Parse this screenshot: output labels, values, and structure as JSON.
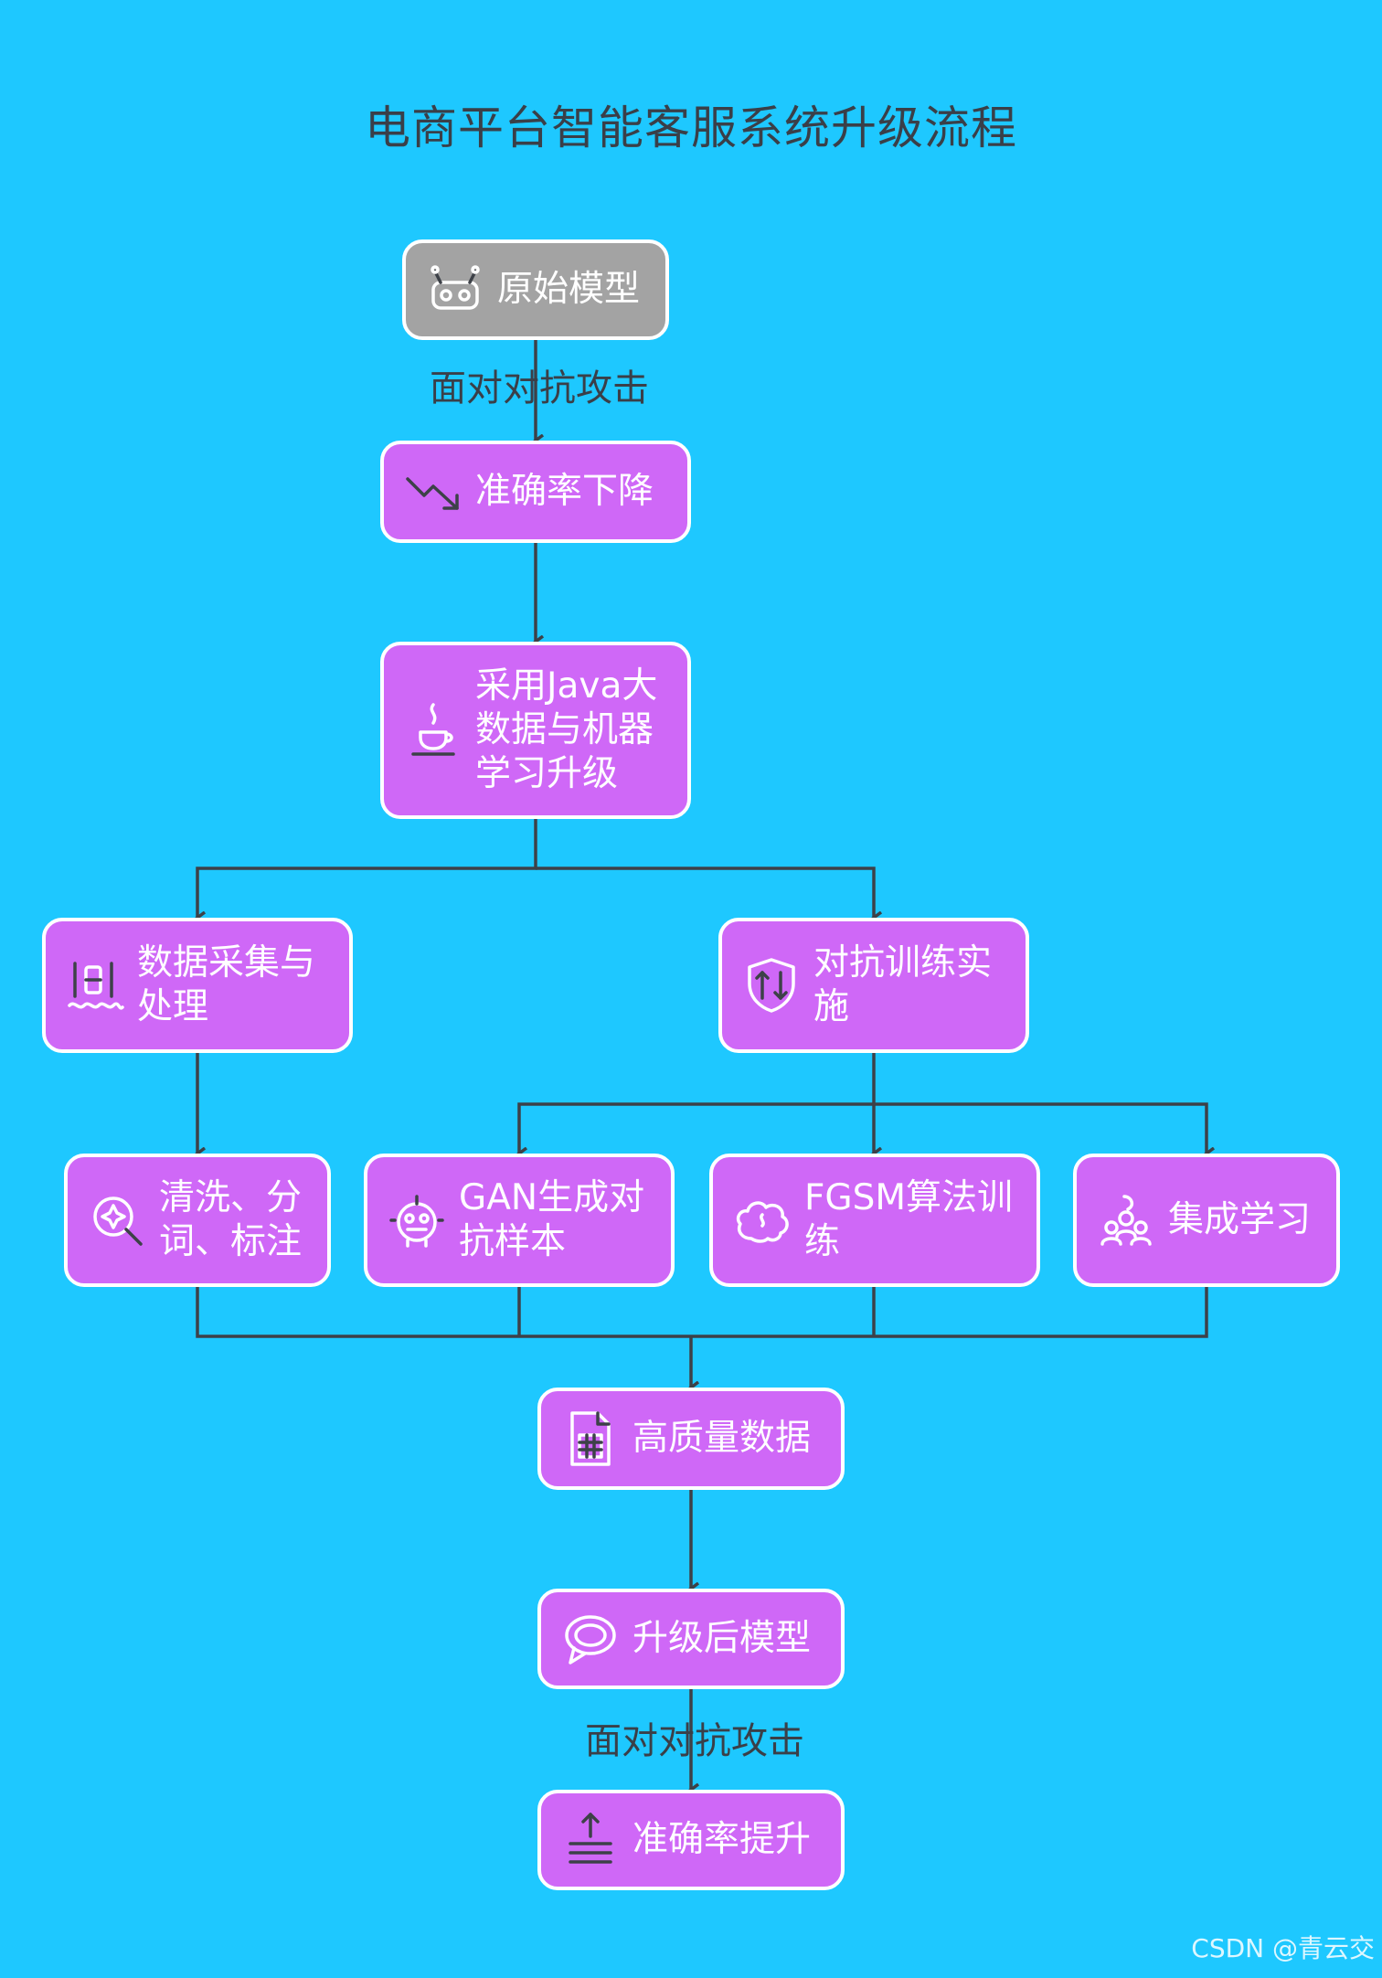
{
  "title": "电商平台智能客服系统升级流程",
  "edge_labels": {
    "top": "面对对抗攻击",
    "bottom": "面对对抗攻击"
  },
  "nodes": {
    "original_model": {
      "label": "原始模型",
      "icon": "robot-icon",
      "color": "#a3a3a3"
    },
    "accuracy_drop": {
      "label": "准确率下降",
      "icon": "trend-down-icon",
      "color": "#cf68f7"
    },
    "java_upgrade": {
      "label": "采用Java大\n数据与机器\n学习升级",
      "icon": "java-cup-icon",
      "color": "#cf68f7"
    },
    "data_collection": {
      "label": "数据采集与\n处理",
      "icon": "data-flow-icon"
    },
    "adversarial_training": {
      "label": "对抗训练实\n施",
      "icon": "shield-arrows-icon"
    },
    "clean_tokenize": {
      "label": "清洗、分\n词、标注",
      "icon": "magnifier-icon"
    },
    "gan_samples": {
      "label": "GAN生成对\n抗样本",
      "icon": "robot-face-icon"
    },
    "fgsm_training": {
      "label": "FGSM算法训\n练",
      "icon": "brain-icon"
    },
    "ensemble_learning": {
      "label": "集成学习",
      "icon": "group-icon"
    },
    "quality_data": {
      "label": "高质量数据",
      "icon": "spreadsheet-icon"
    },
    "upgraded_model": {
      "label": "升级后模型",
      "icon": "chat-bubble-icon"
    },
    "accuracy_up": {
      "label": "准确率提升",
      "icon": "upload-icon"
    }
  },
  "watermark": "CSDN @青云交"
}
